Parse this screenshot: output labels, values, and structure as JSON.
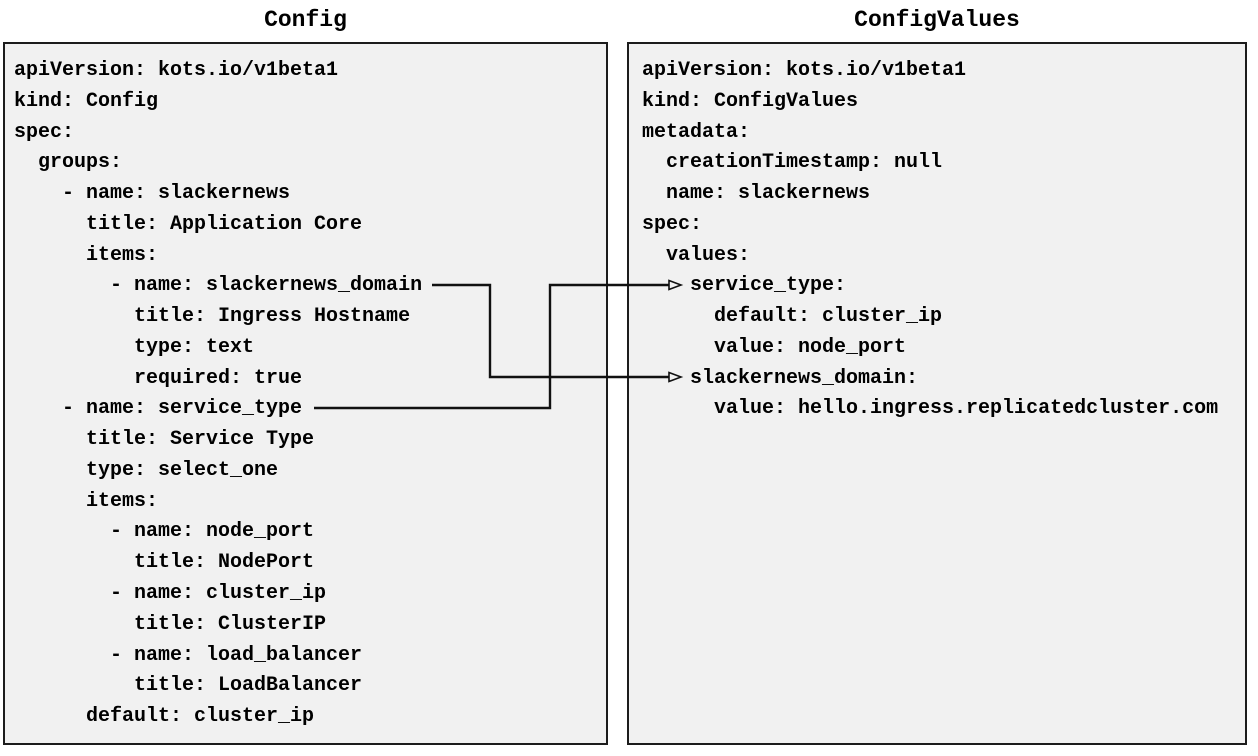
{
  "colors": {
    "page_background": "#ffffff",
    "panel_background": "#f1f1f1",
    "panel_border": "#1c1c1c",
    "text": "#000000",
    "arrow": "#111111"
  },
  "panels": [
    {
      "id": "config",
      "title": "Config",
      "lines": [
        "apiVersion: kots.io/v1beta1",
        "kind: Config",
        "spec:",
        "  groups:",
        "    - name: slackernews",
        "      title: Application Core",
        "      items:",
        "        - name: slackernews_domain",
        "          title: Ingress Hostname",
        "          type: text",
        "          required: true",
        "    - name: service_type",
        "      title: Service Type",
        "      type: select_one",
        "      items:",
        "        - name: node_port",
        "          title: NodePort",
        "        - name: cluster_ip",
        "          title: ClusterIP",
        "        - name: load_balancer",
        "          title: LoadBalancer",
        "      default: cluster_ip"
      ]
    },
    {
      "id": "config-values",
      "title": "ConfigValues",
      "lines": [
        "apiVersion: kots.io/v1beta1",
        "kind: ConfigValues",
        "metadata:",
        "  creationTimestamp: null",
        "  name: slackernews",
        "spec:",
        "  values:",
        "    service_type:",
        "      default: cluster_ip",
        "      value: node_port",
        "    slackernews_domain:",
        "      value: hello.ingress.replicatedcluster.com"
      ]
    }
  ],
  "arrows": [
    {
      "id": "slackernews-domain-mapping",
      "from_text": "- name: slackernews_domain",
      "from_panel": "Config",
      "to_text": "slackernews_domain:",
      "to_panel": "ConfigValues"
    },
    {
      "id": "service-type-mapping",
      "from_text": "- name: service_type",
      "from_panel": "Config",
      "to_text": "service_type:",
      "to_panel": "ConfigValues"
    }
  ]
}
